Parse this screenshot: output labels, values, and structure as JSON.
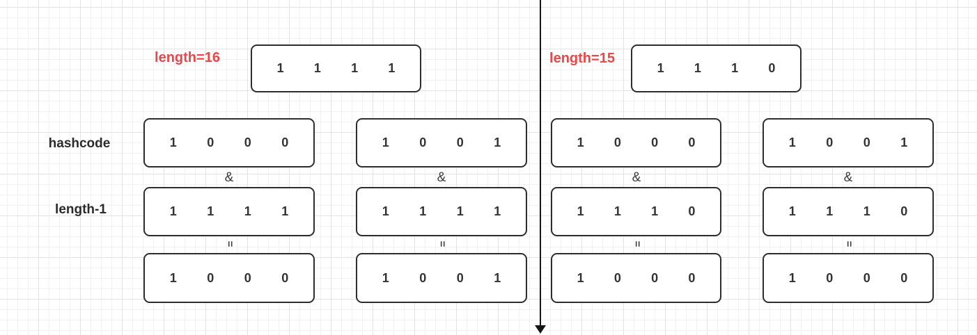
{
  "diagram": {
    "title_hint": "hashcode & (length-1) bitwise index computation comparison",
    "operators": {
      "and": "&",
      "equals": "="
    },
    "row_labels": {
      "hashcode": "hashcode",
      "length_minus_one": "length-1"
    },
    "colors": {
      "accent_red": "#e8484a",
      "box_border": "#2d2d2d",
      "digit_text": "#333333",
      "divider": "#151515",
      "grid_minor": "#f2f2f2",
      "grid_major": "#e3e3e3"
    },
    "left": {
      "length_label": "length=16",
      "length_bits": [
        "1",
        "1",
        "1",
        "1"
      ],
      "columns": [
        {
          "hashcode_bits": [
            "1",
            "0",
            "0",
            "0"
          ],
          "mask_bits": [
            "1",
            "1",
            "1",
            "1"
          ],
          "result_bits": [
            "1",
            "0",
            "0",
            "0"
          ]
        },
        {
          "hashcode_bits": [
            "1",
            "0",
            "0",
            "1"
          ],
          "mask_bits": [
            "1",
            "1",
            "1",
            "1"
          ],
          "result_bits": [
            "1",
            "0",
            "0",
            "1"
          ]
        }
      ]
    },
    "right": {
      "length_label": "length=15",
      "length_bits": [
        "1",
        "1",
        "1",
        "0"
      ],
      "columns": [
        {
          "hashcode_bits": [
            "1",
            "0",
            "0",
            "0"
          ],
          "mask_bits": [
            "1",
            "1",
            "1",
            "0"
          ],
          "result_bits": [
            "1",
            "0",
            "0",
            "0"
          ]
        },
        {
          "hashcode_bits": [
            "1",
            "0",
            "0",
            "1"
          ],
          "mask_bits": [
            "1",
            "1",
            "1",
            "0"
          ],
          "result_bits": [
            "1",
            "0",
            "0",
            "0"
          ]
        }
      ]
    }
  }
}
